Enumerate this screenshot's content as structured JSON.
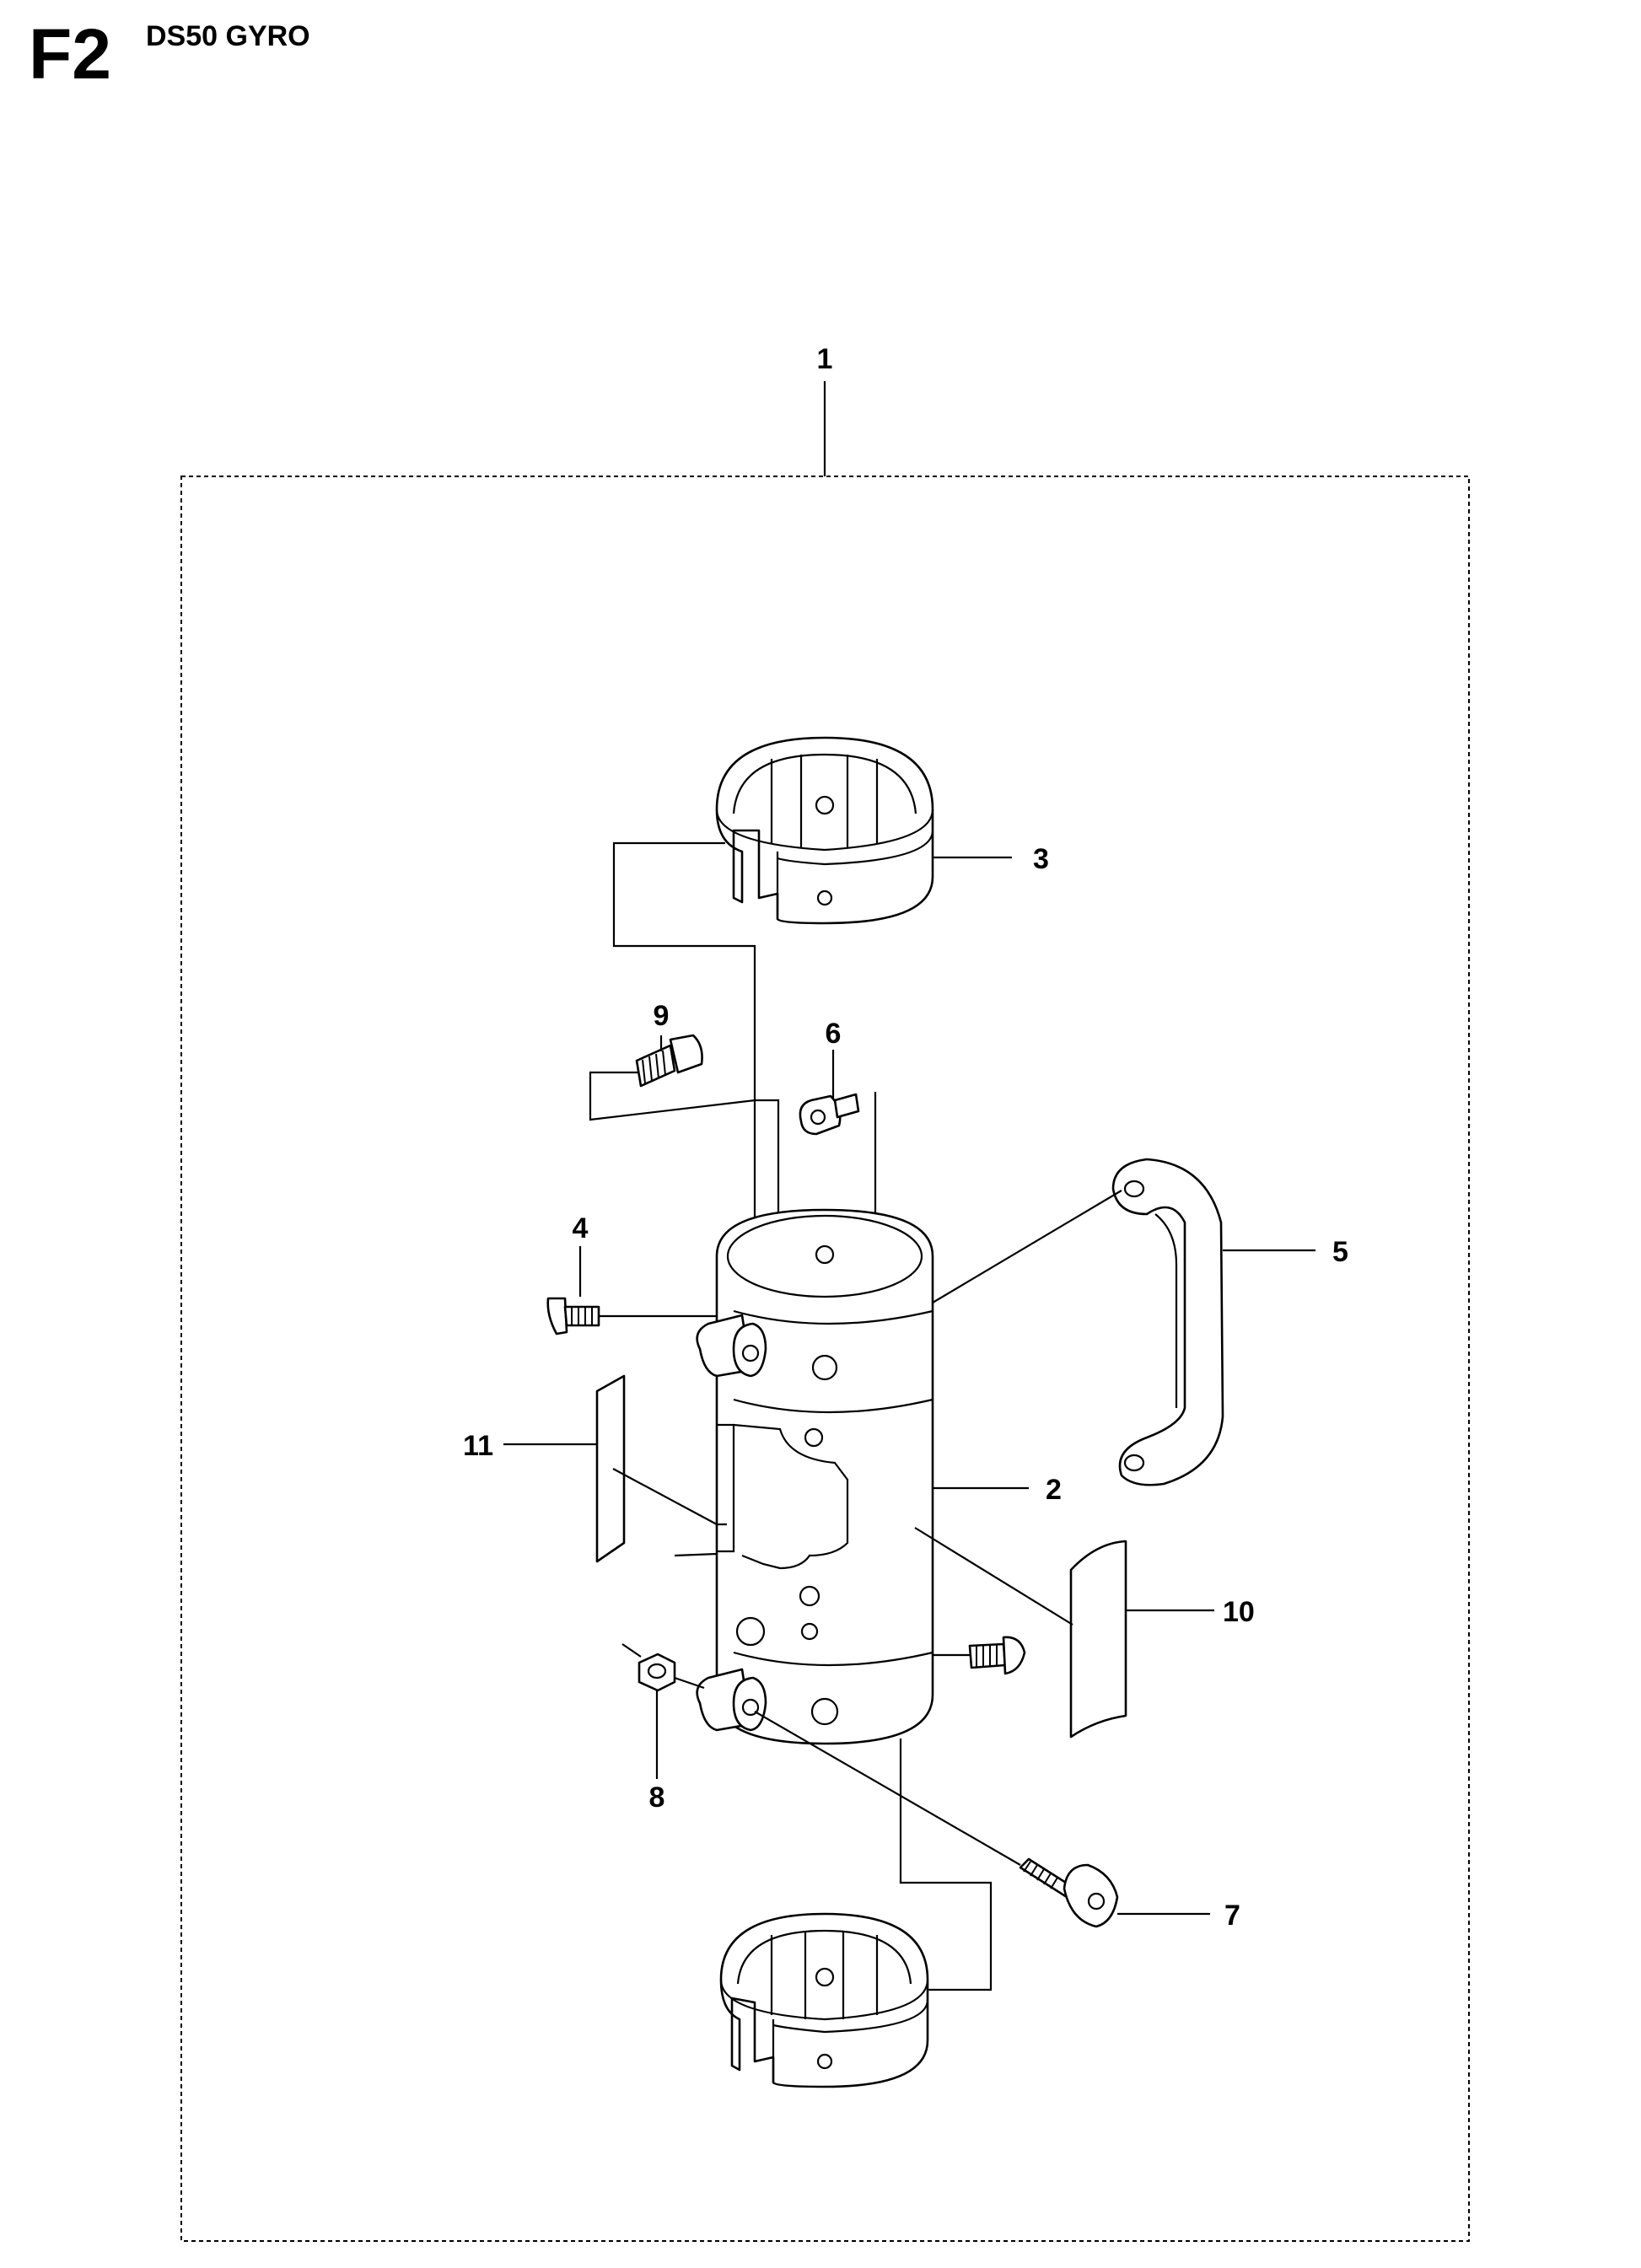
{
  "header": {
    "section_code": "F2",
    "model": "DS50 GYRO"
  },
  "callouts": {
    "c1": "1",
    "c2": "2",
    "c3": "3",
    "c4": "4",
    "c5": "5",
    "c6": "6",
    "c7": "7",
    "c8": "8",
    "c9": "9",
    "c10": "10",
    "c11": "11"
  },
  "colors": {
    "line": "#000000",
    "background": "#ffffff"
  }
}
